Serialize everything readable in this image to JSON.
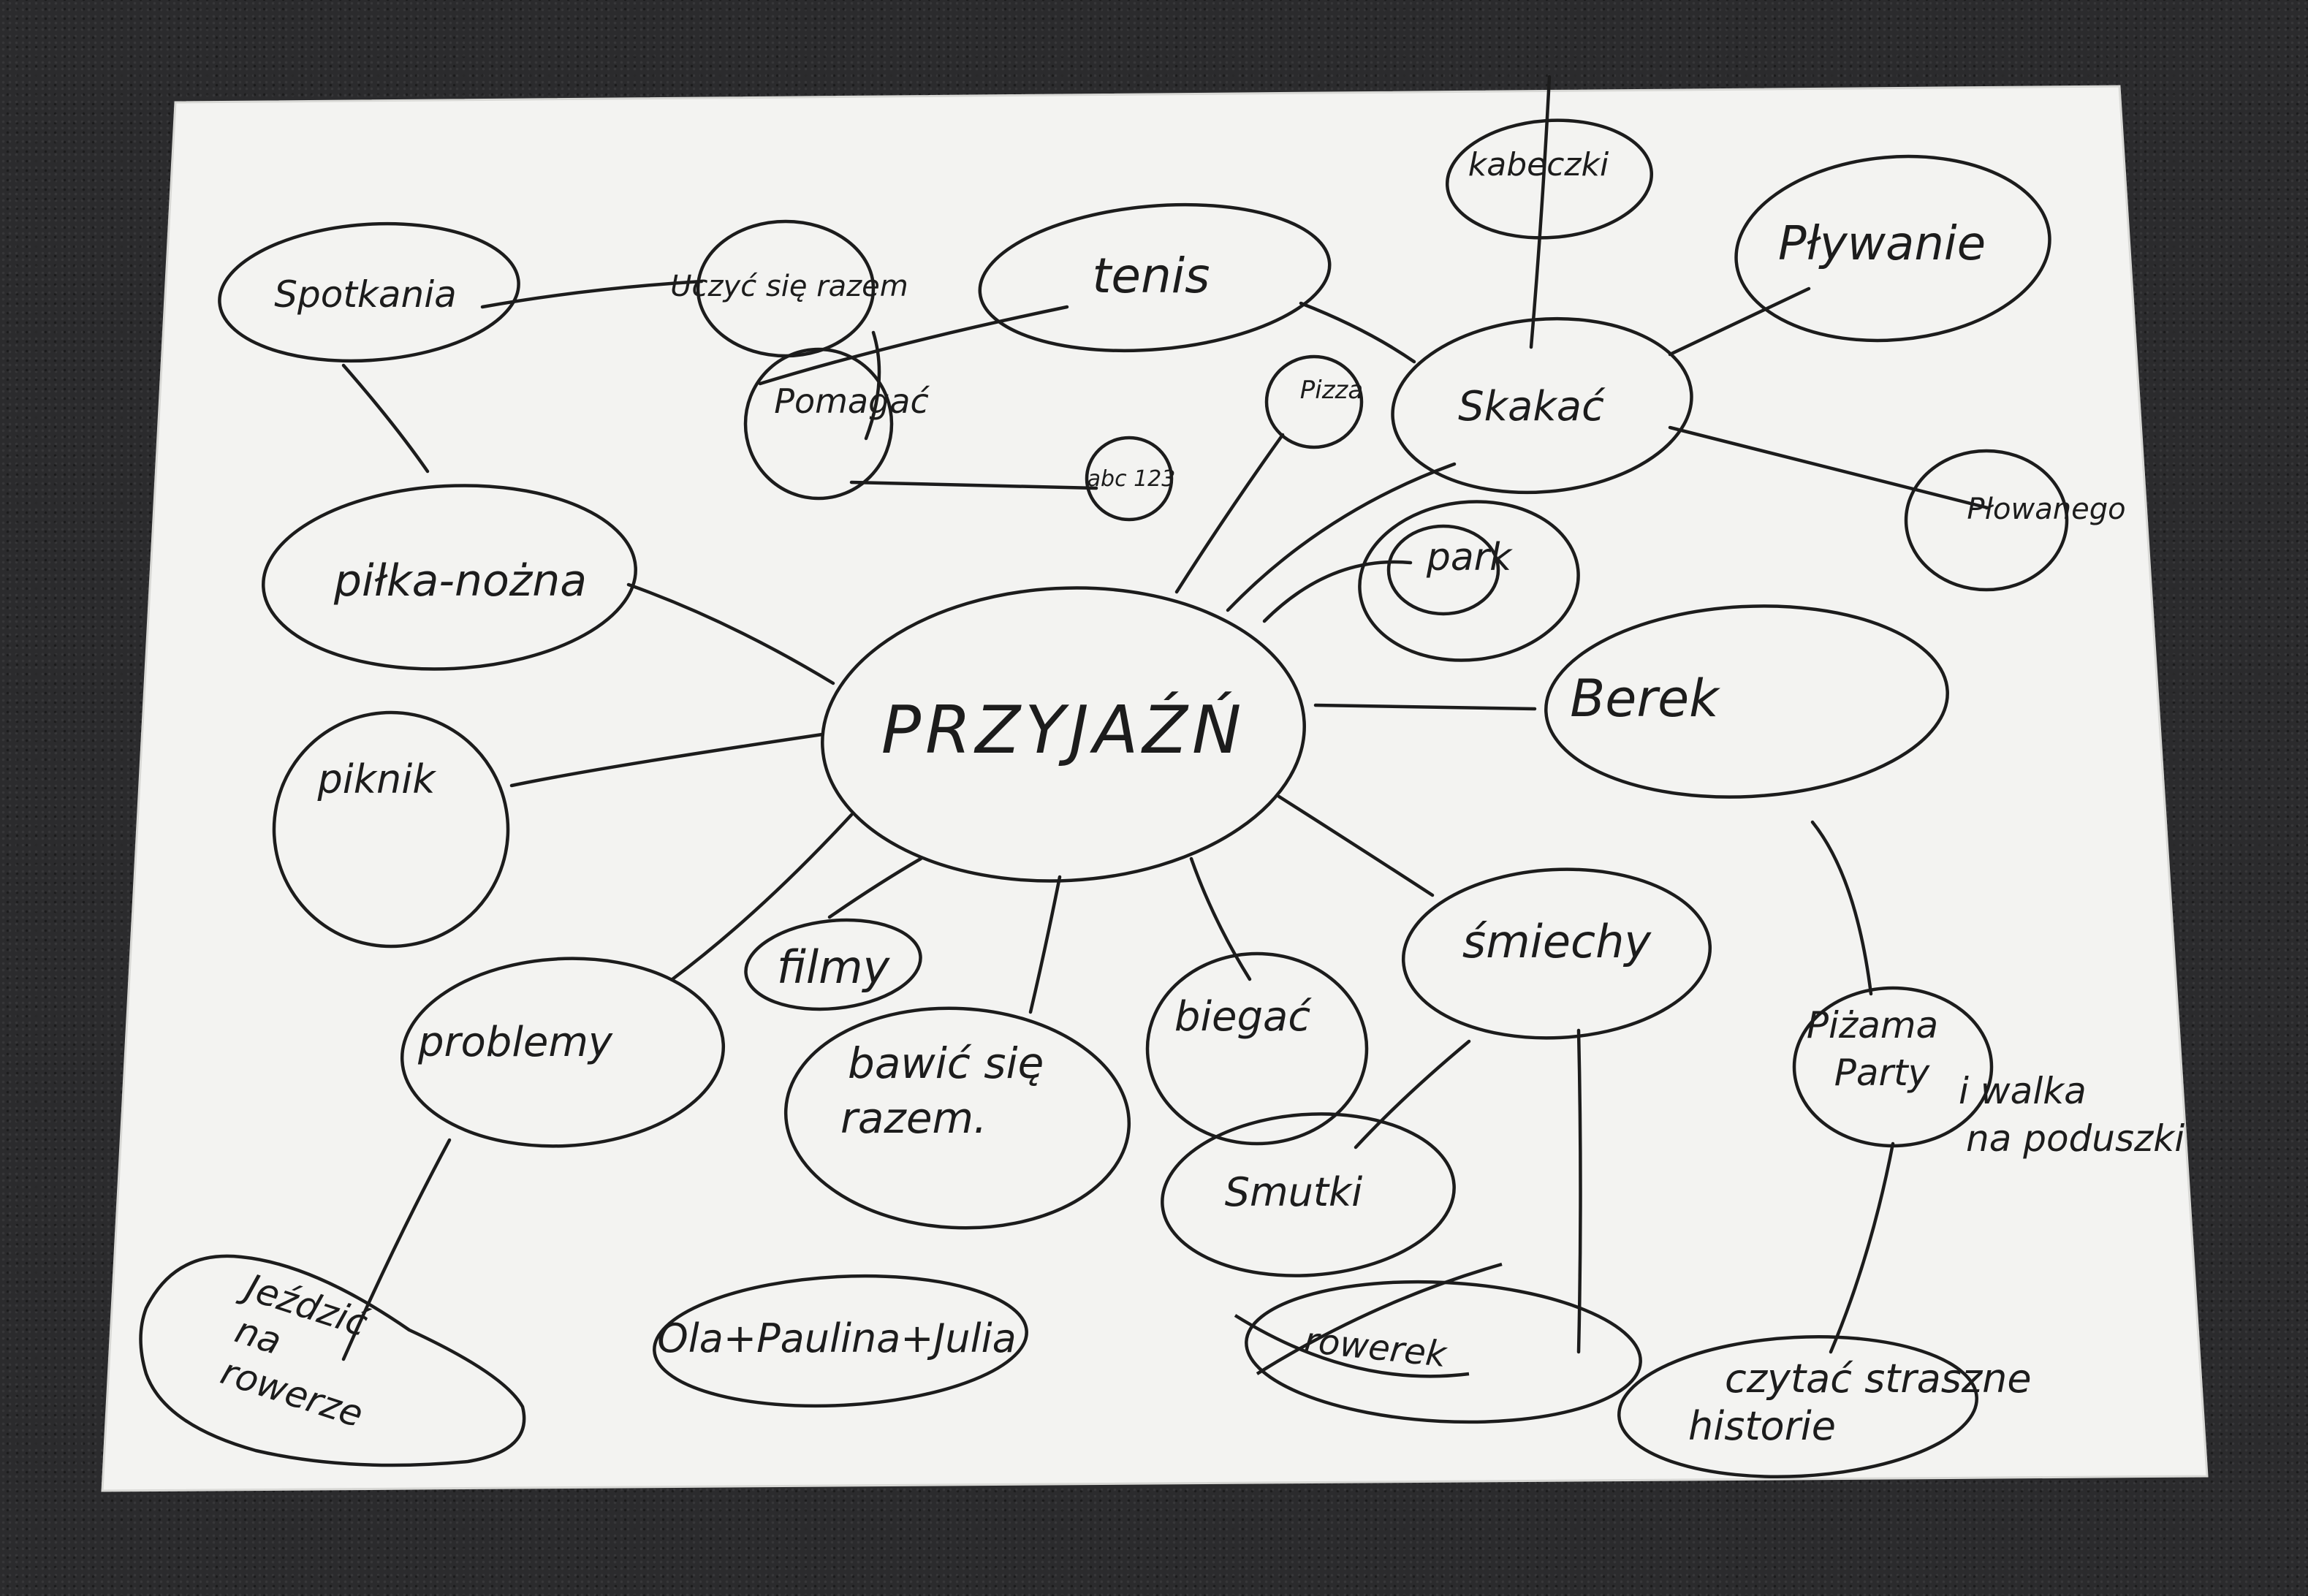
{
  "colors": {
    "paper": "#f3f3f1",
    "ink": "#1c1c1c",
    "carpet": "#2b2b2d"
  },
  "mind_map": {
    "center": "PRZYJAŹŃ",
    "nodes": [
      {
        "id": "spotkania",
        "label": "Spotkania"
      },
      {
        "id": "uczyc",
        "label": "Uczyć się razem"
      },
      {
        "id": "tenis",
        "label": "tenis"
      },
      {
        "id": "pomagac",
        "label": "Pomagać"
      },
      {
        "id": "abc",
        "label": "abc 123"
      },
      {
        "id": "pizza",
        "label": "Pizza"
      },
      {
        "id": "skakac",
        "label": "Skakać"
      },
      {
        "id": "kabeczki",
        "label": "kabeczki"
      },
      {
        "id": "plywanie",
        "label": "Pływanie"
      },
      {
        "id": "plowanego",
        "label": "Płowanego"
      },
      {
        "id": "park",
        "label": "park"
      },
      {
        "id": "berek",
        "label": "Berek"
      },
      {
        "id": "pilka",
        "label": "piłka-nożna"
      },
      {
        "id": "piknik",
        "label": "piknik"
      },
      {
        "id": "filmy",
        "label": "filmy"
      },
      {
        "id": "problemy",
        "label": "problemy"
      },
      {
        "id": "bawic",
        "label": "bawić się razem."
      },
      {
        "id": "biegac",
        "label": "biegać"
      },
      {
        "id": "smiechy",
        "label": "śmiechy"
      },
      {
        "id": "pizama",
        "label": "Piżama Party"
      },
      {
        "id": "walka",
        "label": "i walka na poduszki"
      },
      {
        "id": "smutki",
        "label": "Smutki"
      },
      {
        "id": "rower",
        "label": "Jeździć na rowerze"
      },
      {
        "id": "ola",
        "label": "Ola+Paulina+Julia"
      },
      {
        "id": "rowerek",
        "label": "rowerek"
      },
      {
        "id": "czytac",
        "label": "czytać straszne historie"
      }
    ]
  }
}
